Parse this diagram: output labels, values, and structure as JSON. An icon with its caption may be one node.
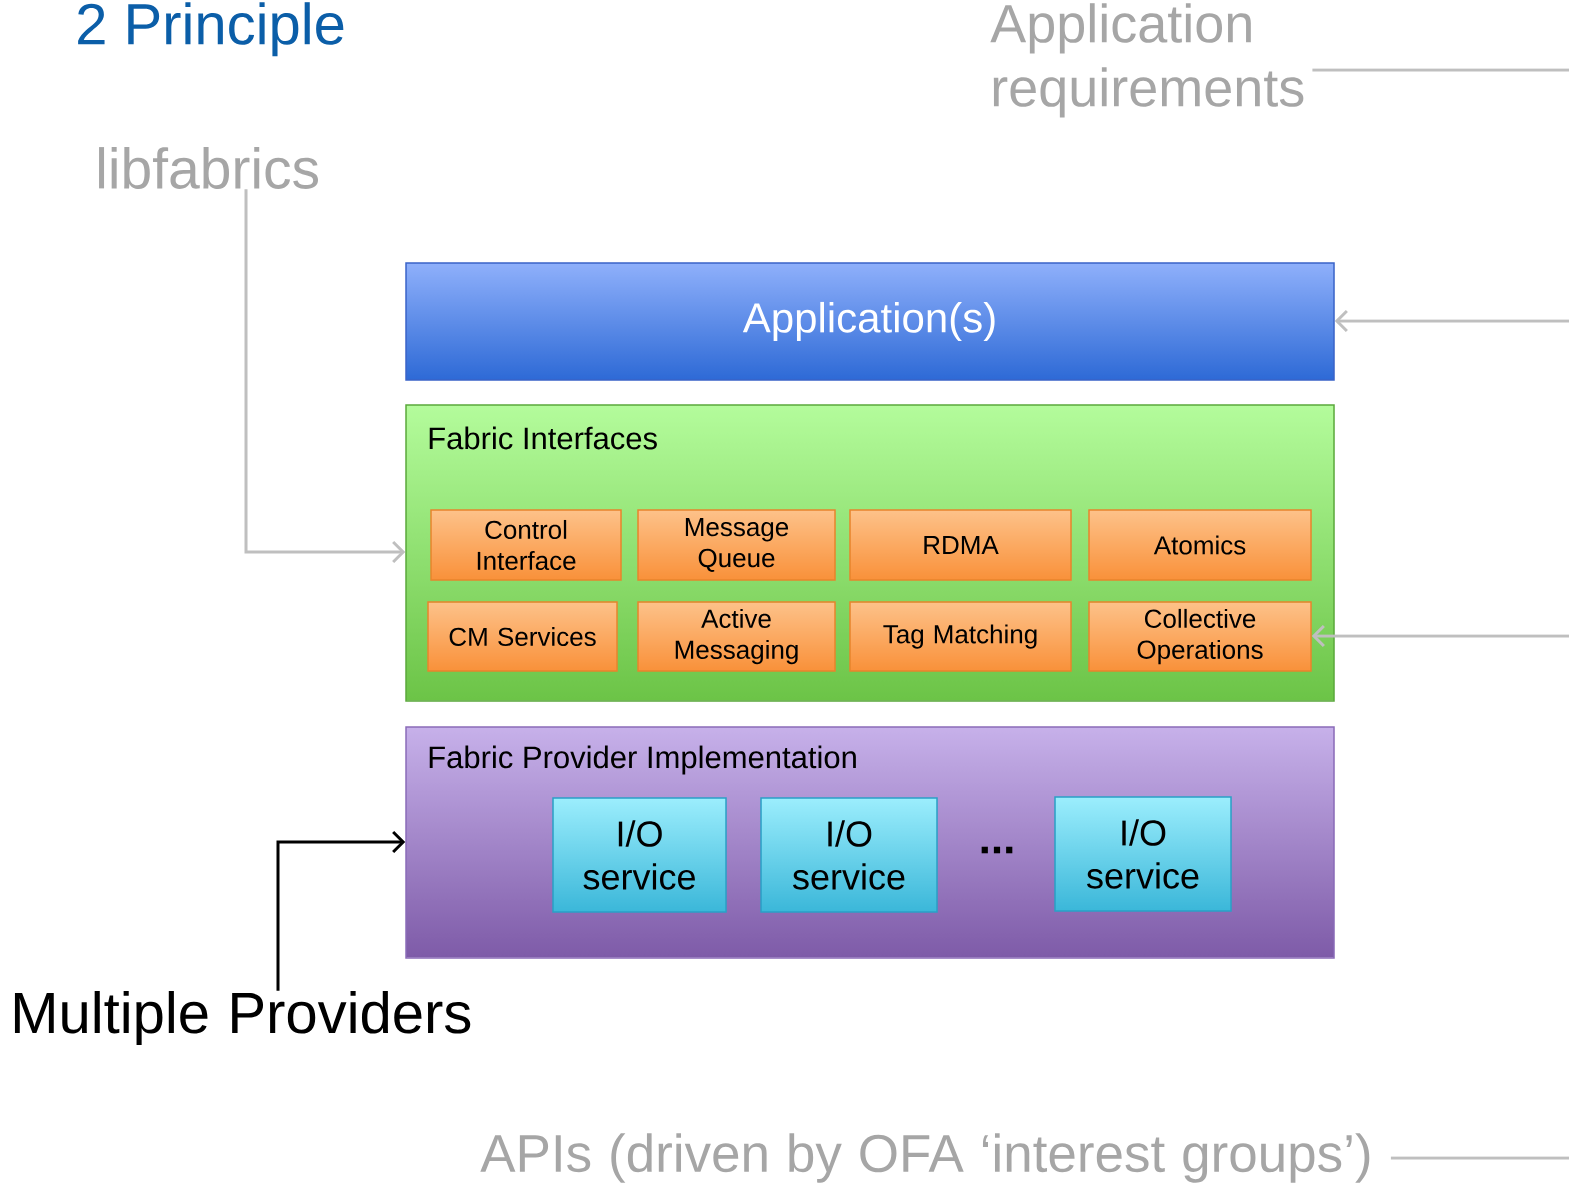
{
  "diagram": {
    "title": "2 Principle",
    "nodes": [
      {
        "text": [
          "Application requirements"
        ]
      },
      {
        "text": [
          "libfabrics"
        ]
      },
      {
        "text": [
          "Application(s)"
        ]
      },
      {
        "text": [
          "Fabric Interfaces"
        ]
      },
      {
        "text": [
          "Control Interface"
        ],
        "in": 3
      },
      {
        "text": [
          "Message Queue"
        ],
        "in": 3
      },
      {
        "text": [
          "RDMA"
        ],
        "in": 3
      },
      {
        "text": [
          "Atomics"
        ],
        "in": 3
      },
      {
        "text": [
          "CM Services"
        ],
        "in": 3
      },
      {
        "text": [
          "Active Messaging"
        ],
        "in": 3
      },
      {
        "text": [
          "Tag Matching"
        ],
        "in": 3
      },
      {
        "text": [
          "Collective Operations"
        ],
        "in": 3
      },
      {
        "text": [
          "Fabric Provider Implementation"
        ]
      },
      {
        "text": [
          "I/O service"
        ],
        "in": 12
      },
      {
        "text": [
          "I/O service"
        ],
        "in": 12
      },
      {
        "text": [
          "I/O service"
        ],
        "in": 12
      },
      {
        "text": [
          "Multiple Providers"
        ]
      },
      {
        "text": [
          "APIs (driven by OFA ‘interest groups’)"
        ]
      }
    ],
    "edges": [
      {
        "from": 1,
        "to": 3,
        "arrow": "to"
      },
      {
        "from": 16,
        "to": 12,
        "arrow": "to",
        "color": "#000000"
      },
      {
        "from": null,
        "to": 2,
        "arrow": "to"
      },
      {
        "from": null,
        "to": 11,
        "arrow": "to"
      },
      {
        "from": 0,
        "to": null,
        "arrow": "none"
      },
      {
        "from": 17,
        "to": null,
        "arrow": "none"
      }
    ],
    "labels": [
      "..."
    ]
  }
}
